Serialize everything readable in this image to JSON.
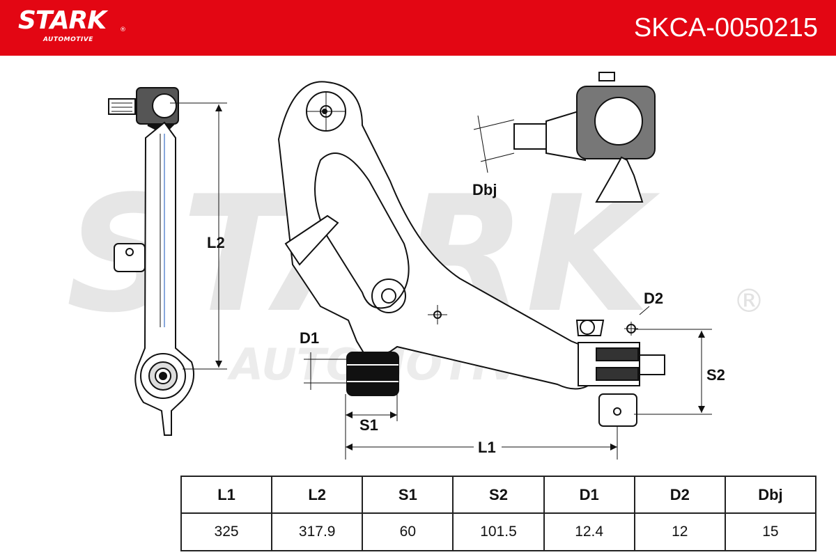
{
  "header": {
    "brand": "STARK",
    "brand_trademark": "®",
    "brand_subtitle": "AUTOMOTIVE",
    "part_number": "SKCA-0050215",
    "accent_color": "#e30613"
  },
  "watermark": {
    "text": "STARK",
    "subtitle": "AUTOMOTIVE",
    "trademark": "®"
  },
  "diagram_labels": {
    "l2": "L2",
    "l1": "L1",
    "s1": "S1",
    "s2": "S2",
    "d1": "D1",
    "d2": "D2",
    "dbj": "Dbj"
  },
  "specs": {
    "headers": [
      "L1",
      "L2",
      "S1",
      "S2",
      "D1",
      "D2",
      "Dbj"
    ],
    "values": [
      "325",
      "317.9",
      "60",
      "101.5",
      "12.4",
      "12",
      "15"
    ]
  }
}
